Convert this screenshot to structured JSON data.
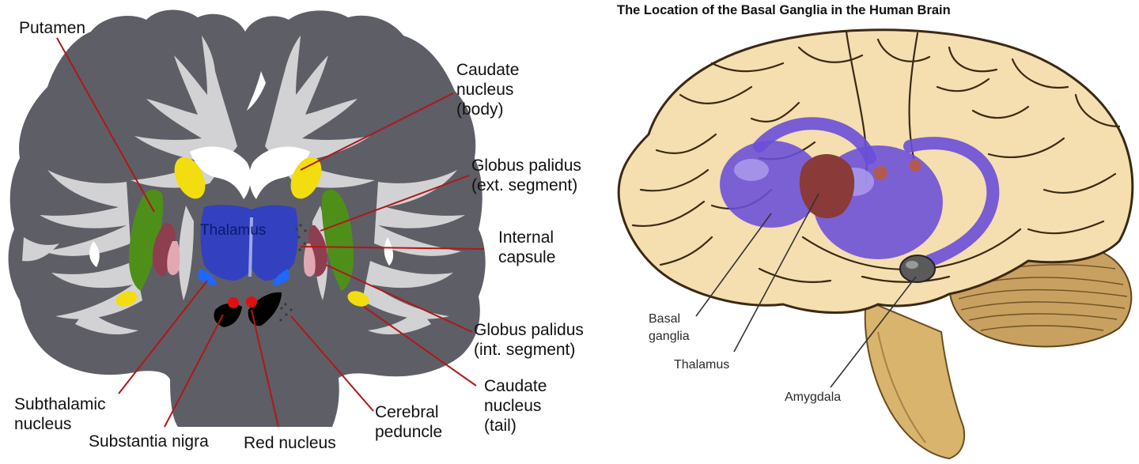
{
  "coronal": {
    "labels": {
      "putamen": "Putamen",
      "caudate_body": [
        "Caudate",
        "nucleus",
        "(body)"
      ],
      "globus_ext": [
        "Globus palidus",
        "(ext. segment)"
      ],
      "internal_capsule": [
        "Internal",
        "capsule"
      ],
      "globus_int": [
        "Globus palidus",
        "(int. segment)"
      ],
      "caudate_tail": [
        "Caudate",
        "nucleus",
        "(tail)"
      ],
      "cerebral_peduncle": [
        "Cerebral",
        "peduncle"
      ],
      "red_nucleus": "Red nucleus",
      "substantia_nigra": "Substantia nigra",
      "subthalamic": [
        "Subthalamic",
        "nucleus"
      ],
      "thalamus": "Thalamus"
    },
    "colors": {
      "gray_matter": "#5e5e66",
      "white_matter": "#d2d2d4",
      "putamen": "#4e8f1a",
      "caudate": "#f2dd10",
      "globus_ext": "#8d3f50",
      "globus_int": "#e2a8b2",
      "thalamus": "#3340c0",
      "subthalamic": "#1f67ff",
      "red_nucleus": "#e01010",
      "substantia_nigra": "#000000",
      "ventricles": "#ffffff",
      "leader_lines": "#b01818"
    }
  },
  "lateral": {
    "title": "The Location of the Basal Ganglia in the Human Brain",
    "labels": {
      "basal_ganglia": [
        "Basal",
        "ganglia"
      ],
      "thalamus": "Thalamus",
      "amygdala": "Amygdala"
    },
    "colors": {
      "brain": "#f5deb0",
      "basal_ganglia": "#6a4fd8",
      "thalamus": "#8a3a38",
      "brainstem": "#d9b46c",
      "cerebellum": "#c8a060",
      "amygdala": "#5a5a5a"
    }
  }
}
